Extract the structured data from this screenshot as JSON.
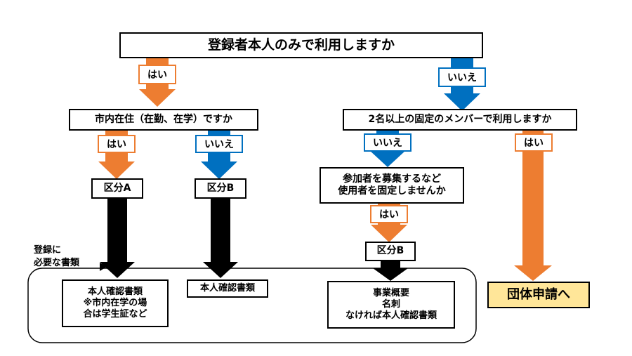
{
  "colors": {
    "yes_orange": "#ED7D31",
    "no_blue": "#0070C0",
    "required_black": "#000000",
    "final_fill": "#FFE699"
  },
  "root": {
    "question": "登録者本人のみで利用しますか"
  },
  "left": {
    "yes_label": "はい",
    "question": "市内在住（在勤、在学）ですか",
    "yes_label_2": "はい",
    "no_label": "いいえ",
    "result_a": "区分A",
    "result_b": "区分B"
  },
  "right": {
    "no_label": "いいえ",
    "question": "2名以上の固定のメンバーで利用しますか",
    "no_label_2": "いいえ",
    "yes_label": "はい",
    "sub_question": "参加者を募集するなど\n使用者を固定しませんか",
    "yes_label_3": "はい",
    "result_b": "区分B",
    "group_apply": "団体申請へ"
  },
  "docs": {
    "section_label": "登録に\n必要な書類",
    "doc_a": "本人確認書類\n※市内在学の場\n合は学生証など",
    "doc_b": "本人確認書類",
    "doc_c": "事業概要\n名刺\nなければ本人確認書類"
  }
}
